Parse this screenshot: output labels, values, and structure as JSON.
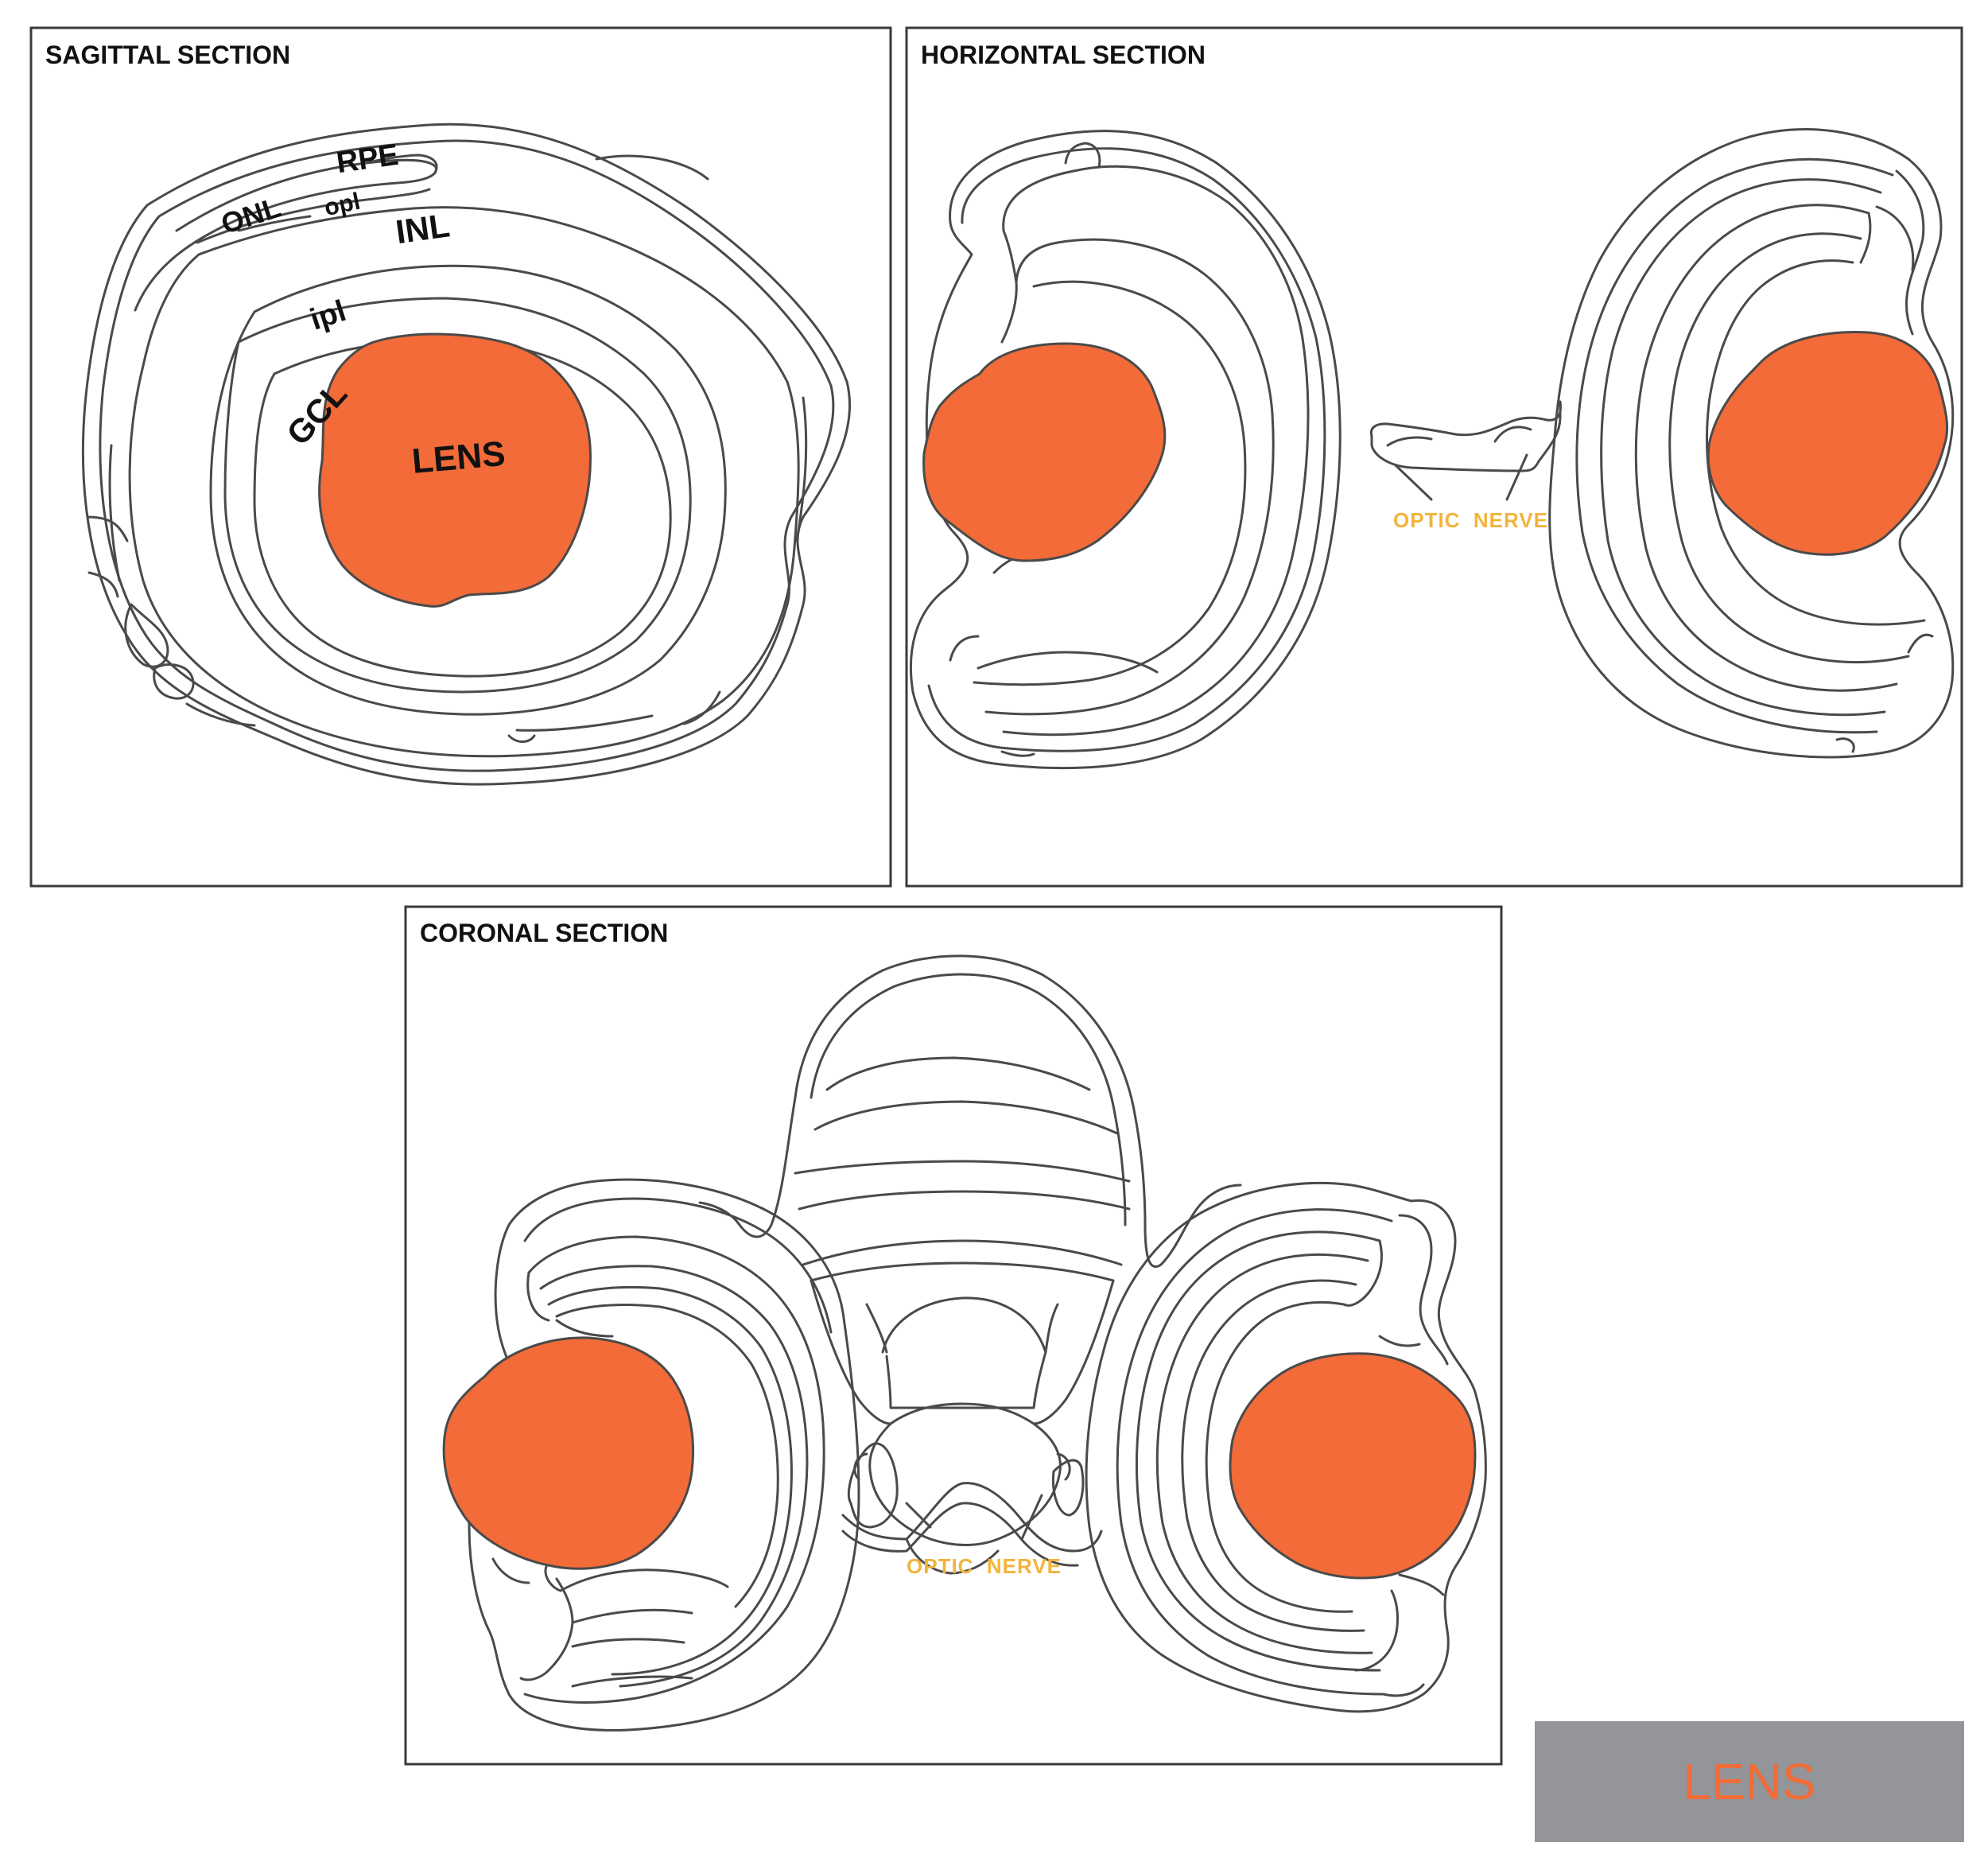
{
  "colors": {
    "lens": "#f26b38",
    "optic_nerve": "#f2b43c",
    "key_background": "#939598",
    "outline": "#4a4a4a"
  },
  "panels": {
    "sagittal": {
      "title": "SAGITTAL SECTION",
      "labels": {
        "rpe": "RPE",
        "onl": "ONL",
        "opl": "opl",
        "inl": "INL",
        "ipl": "ipl",
        "gcl": "GCL",
        "lens": "LENS"
      }
    },
    "horizontal": {
      "title": "HORIZONTAL SECTION",
      "optic_nerve": "OPTIC  NERVE"
    },
    "coronal": {
      "title": "CORONAL SECTION",
      "optic_nerve": "OPTIC  NERVE"
    }
  },
  "key": {
    "label": "LENS"
  }
}
